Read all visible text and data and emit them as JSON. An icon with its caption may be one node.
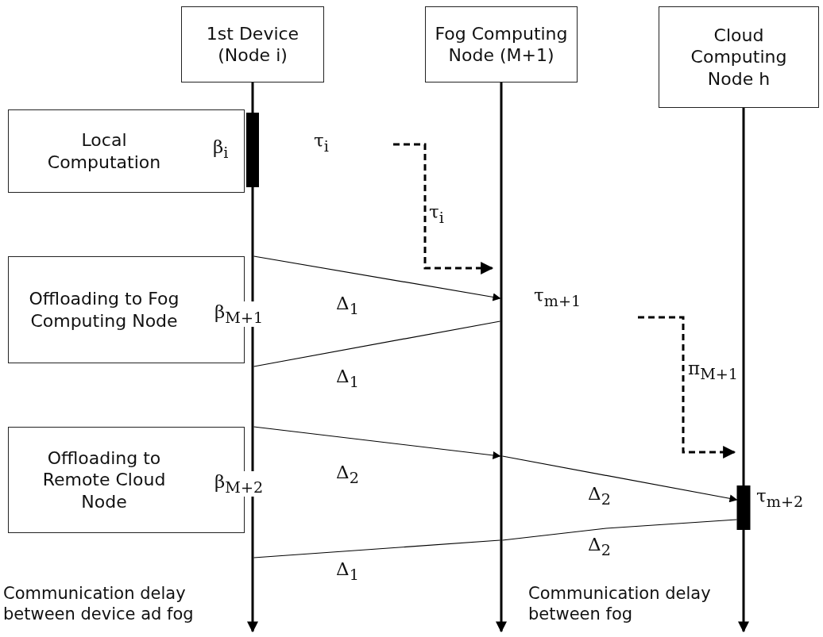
{
  "diagram": {
    "nodes": [
      {
        "text": [
          "1st Device (Node i)"
        ]
      },
      {
        "text": [
          "Fog Computing Node (M+1)"
        ]
      },
      {
        "text": [
          "Cloud Computing Node h"
        ]
      },
      {
        "text": [
          "Local Computation"
        ]
      },
      {
        "text": [
          "Offloading to Fog Computing Node"
        ]
      },
      {
        "text": [
          "Offloading to Remote Cloud Node"
        ]
      },
      {
        "text": [],
        "shape": "line"
      },
      {
        "text": [],
        "shape": "line"
      },
      {
        "text": [],
        "shape": "line"
      }
    ],
    "edges": [
      {
        "from": 6,
        "to": 7,
        "arrow": "to"
      },
      {
        "from": 7,
        "to": 6,
        "arrow": "none"
      },
      {
        "from": 6,
        "to": 7,
        "arrow": "to"
      },
      {
        "from": 7,
        "to": 8,
        "arrow": "to"
      },
      {
        "from": 8,
        "to": 7,
        "arrow": "none"
      },
      {
        "from": 7,
        "to": 6,
        "arrow": "none"
      },
      {
        "from": null,
        "to": 7,
        "arrow": "to",
        "label": "τ$_{i}$",
        "style": "dashed"
      },
      {
        "from": null,
        "to": 8,
        "arrow": "to",
        "label": "π$_{M+1}$",
        "style": "dashed"
      }
    ],
    "labels": [
      "β$_{i}$",
      "τ$_{i}$",
      "β$_{M+1}$",
      "Δ$_{1}$",
      "τ$_{m+1}$",
      "Δ$_{1}$",
      "β$_{M+2}$",
      "Δ$_{2}$",
      "Δ$_{2}$",
      "τ$_{m+2}$",
      "Δ$_{2}$",
      "Δ$_{1}$",
      "Communication delay between device ad fog",
      "Communication delay between fog"
    ]
  }
}
